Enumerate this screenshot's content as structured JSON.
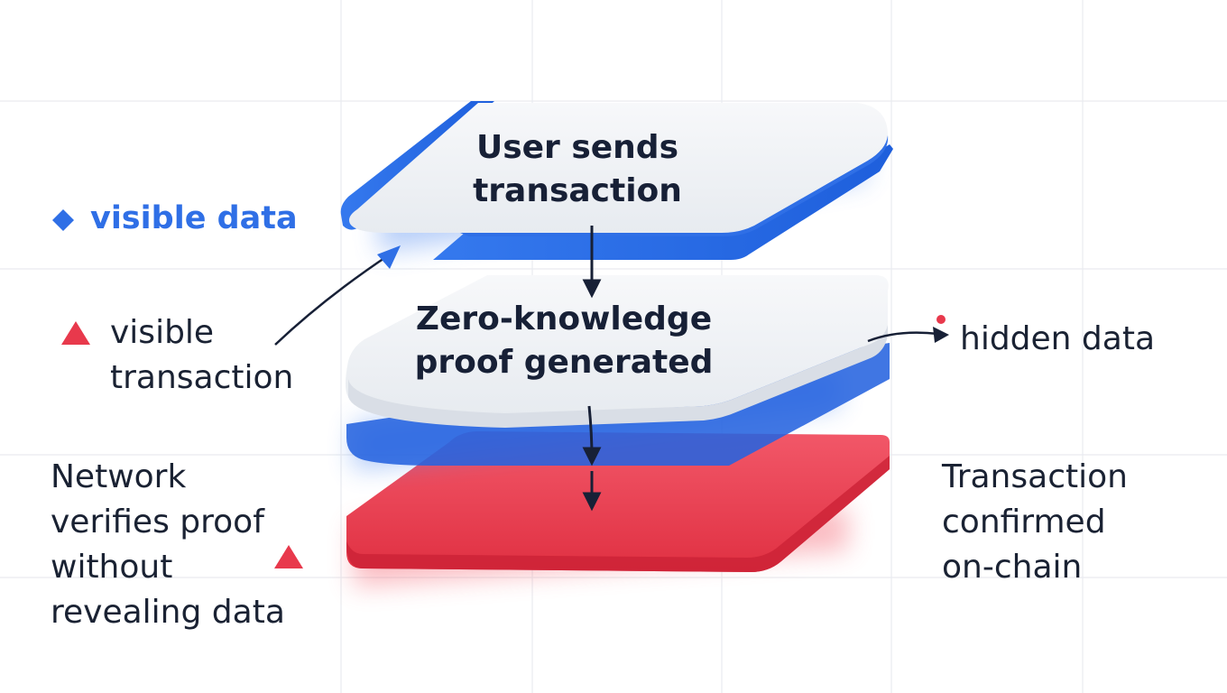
{
  "layers": {
    "top": "User sends\ntransaction",
    "middle": "Zero-knowledge\nproof generated"
  },
  "labels": {
    "legend_visible_data": "visible data",
    "visible_transaction": "visible\ntransaction",
    "hidden_data": "hidden data",
    "network_verifies": "Network\nverifies proof\nwithout\nrevealing data",
    "transaction_confirmed": "Transaction\nconfirmed\non-chain"
  },
  "colors": {
    "blue": "#2f6fe6",
    "red": "#e8394c",
    "ink": "#172036",
    "slab_white": "#f3f5f8"
  }
}
